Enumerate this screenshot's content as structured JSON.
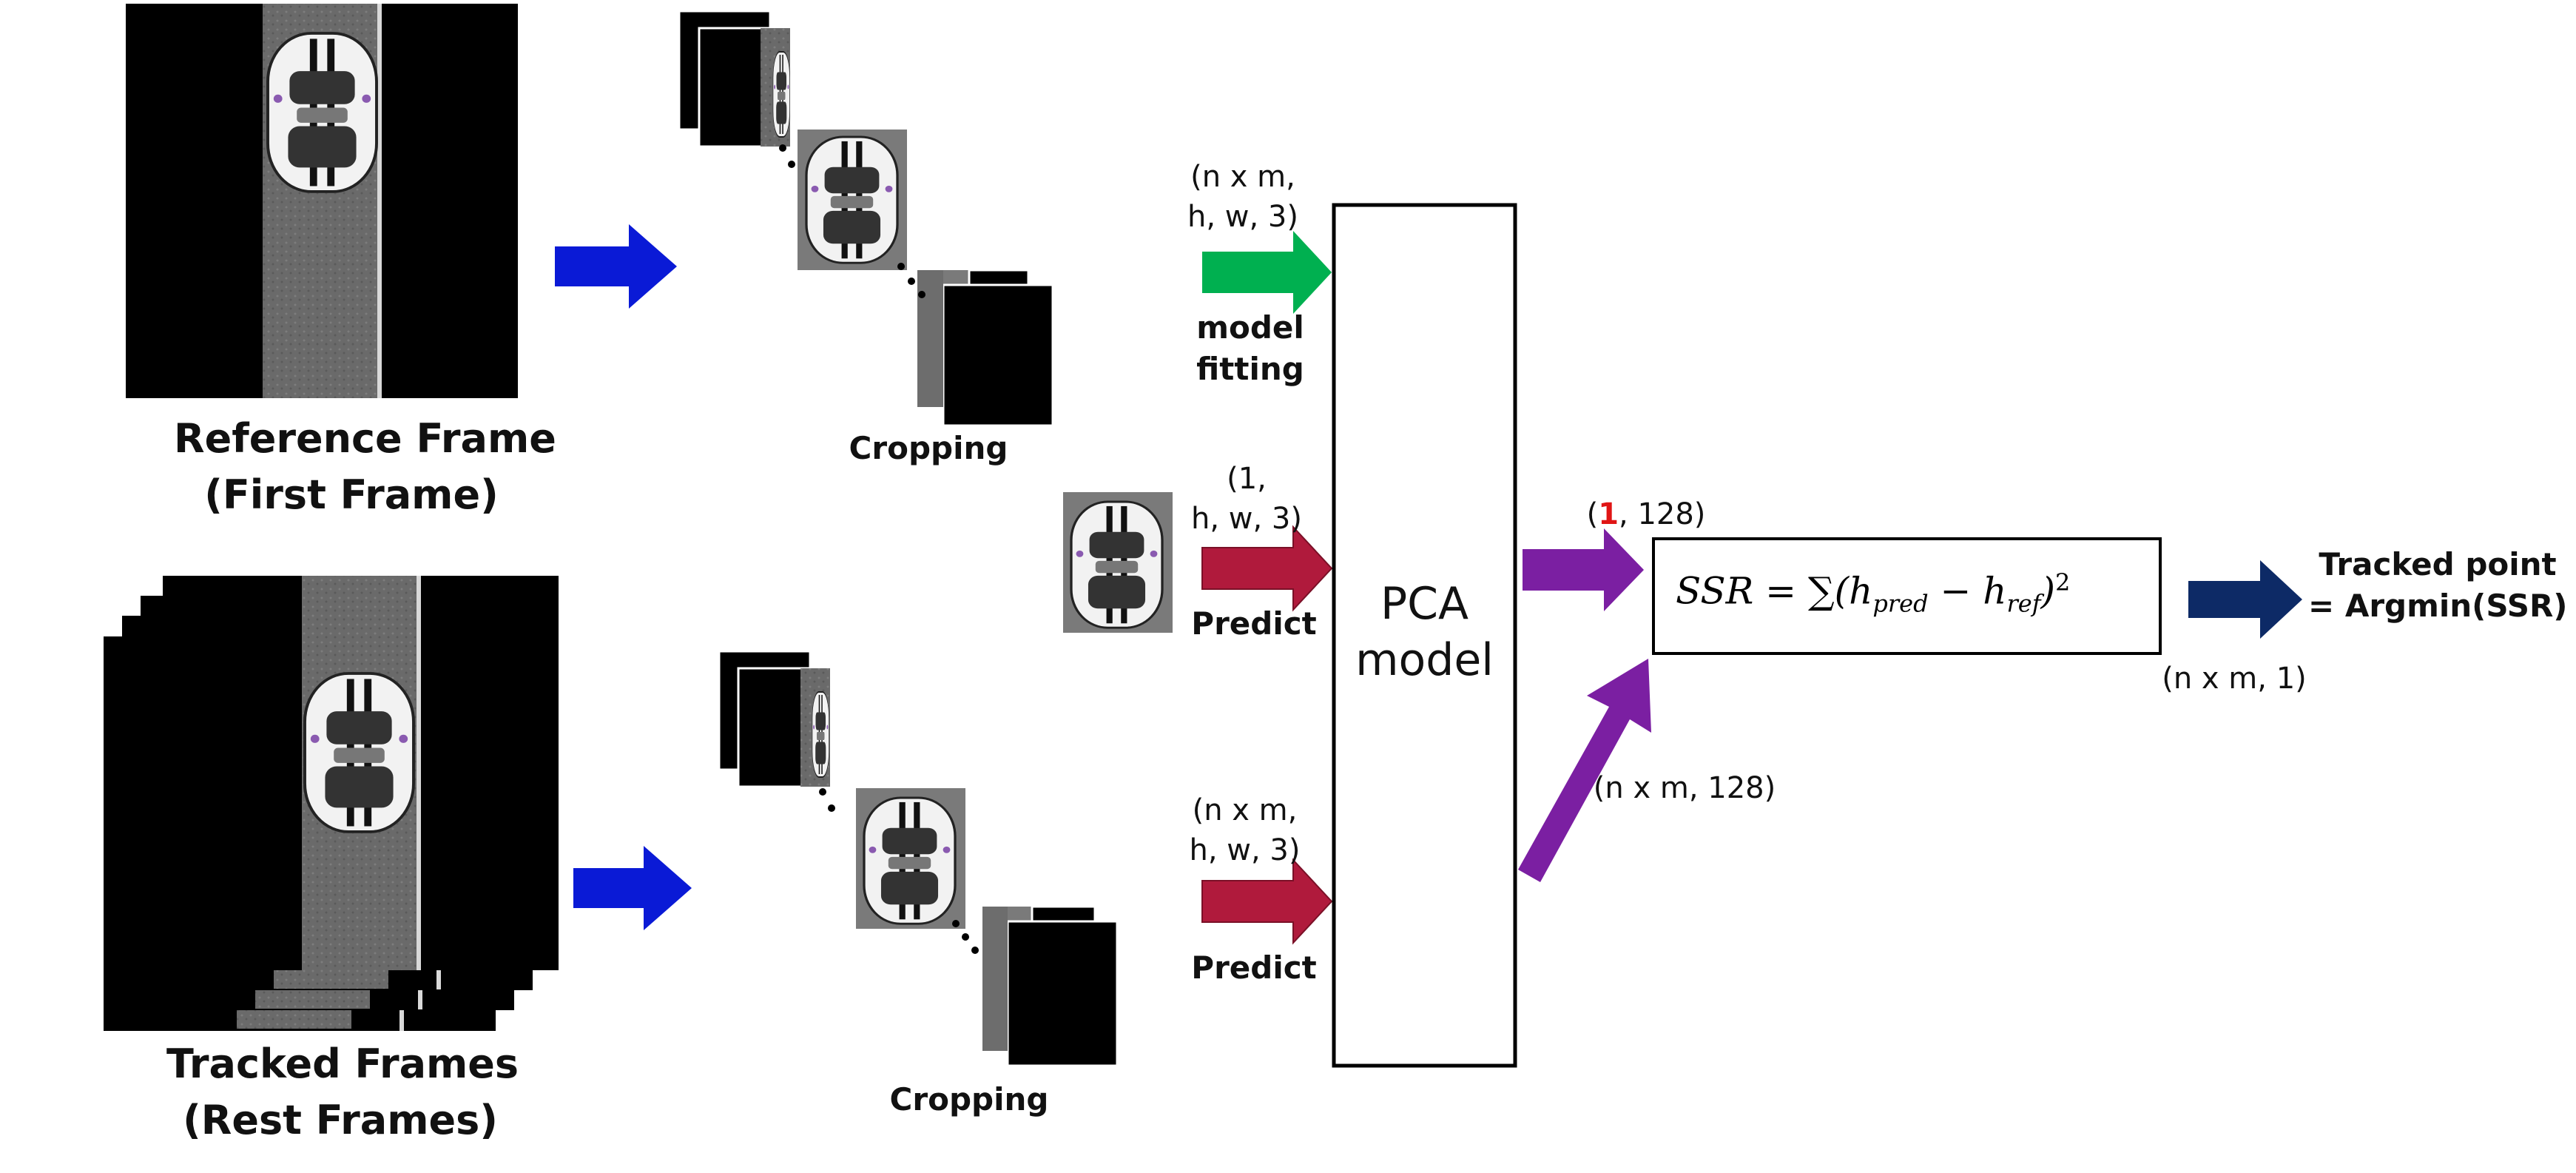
{
  "reference": {
    "title_line1": "Reference Frame",
    "title_line2": "(First Frame)"
  },
  "tracked": {
    "title_line1": "Tracked Frames",
    "title_line2": "(Rest Frames)"
  },
  "crop_top_label": "Cropping",
  "crop_bottom_label": "Cropping",
  "fit": {
    "dims_line1": "(n x m,",
    "dims_line2": "h, w, 3)",
    "label_line1": "model",
    "label_line2": "fitting",
    "arrow_color": "#00b050"
  },
  "predict_ref": {
    "dims_line1": "(1,",
    "dims_line2": "h, w, 3)",
    "label": "Predict",
    "arrow_color": "#b01a3c"
  },
  "predict_tracked": {
    "dims_line1": "(n x m,",
    "dims_line2": "h, w, 3)",
    "label": "Predict",
    "arrow_color": "#b01a3c"
  },
  "pca": {
    "line1": "PCA",
    "line2": "model"
  },
  "pca_out_ref": {
    "prefix": "(",
    "highlight": "1",
    "suffix": ", 128)",
    "highlight_color": "#e01515",
    "arrow_color": "#7b1fa2"
  },
  "pca_out_tracked": {
    "dims": "(n x m, 128)",
    "arrow_color": "#7b1fa2"
  },
  "ssr": {
    "formula_left": "SSR = ∑(",
    "h_pred": "h",
    "pred_sub": "pred",
    "minus": " − ",
    "h_ref": "h",
    "ref_sub": "ref",
    "close": ")",
    "exp": "2",
    "dims": "(n x m, 1)"
  },
  "result": {
    "line1": "Tracked point",
    "line2": "= Argmin(SSR)",
    "arrow_color": "#0d2a66"
  },
  "crop_arrow_color": "#0a1ad6"
}
